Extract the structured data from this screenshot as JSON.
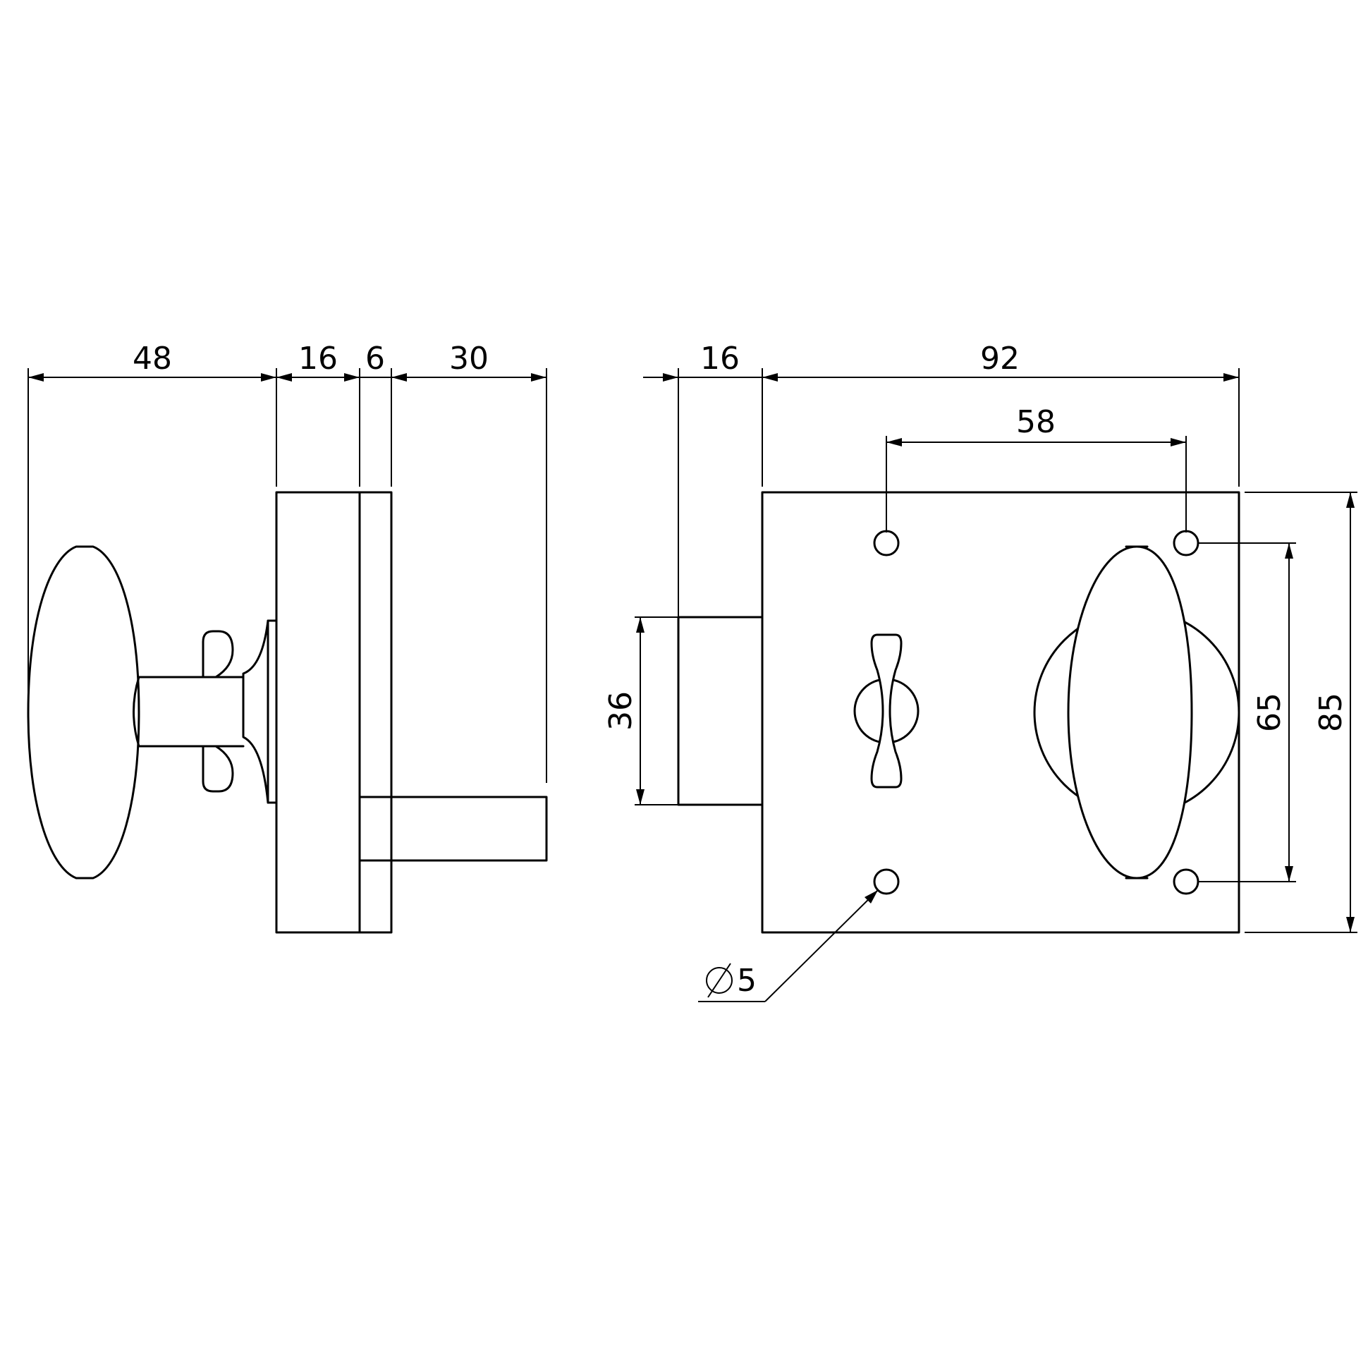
{
  "colors": {
    "line": "#000000",
    "background": "#ffffff"
  },
  "side_view": {
    "dim_knob_depth": "48",
    "dim_rose_depth": "16",
    "dim_plate_thickness": "6",
    "dim_bolt_projection": "30"
  },
  "front_view": {
    "dim_bolt_offset": "16",
    "dim_plate_width": "92",
    "dim_hole_spacing_horizontal": "58",
    "dim_bolt_height": "36",
    "dim_hole_spacing_vertical": "65",
    "dim_plate_height": "85",
    "dim_hole_diameter": "5"
  }
}
